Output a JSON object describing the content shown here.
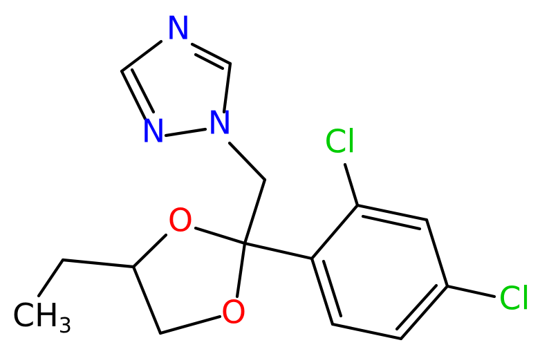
{
  "molecule": {
    "atoms": {
      "n4": {
        "text": "N",
        "color": "#0000ff"
      },
      "n2": {
        "text": "N",
        "color": "#0000ff"
      },
      "n1": {
        "text": "N",
        "color": "#0000ff"
      },
      "o1": {
        "text": "O",
        "color": "#ff0000"
      },
      "o3": {
        "text": "O",
        "color": "#ff0000"
      },
      "cl_ortho": {
        "text": "Cl",
        "color": "#00cc00"
      },
      "cl_para": {
        "text": "Cl",
        "color": "#00cc00"
      },
      "ch3": {
        "main": "CH",
        "subscript": "3",
        "color": "#000000"
      }
    }
  }
}
